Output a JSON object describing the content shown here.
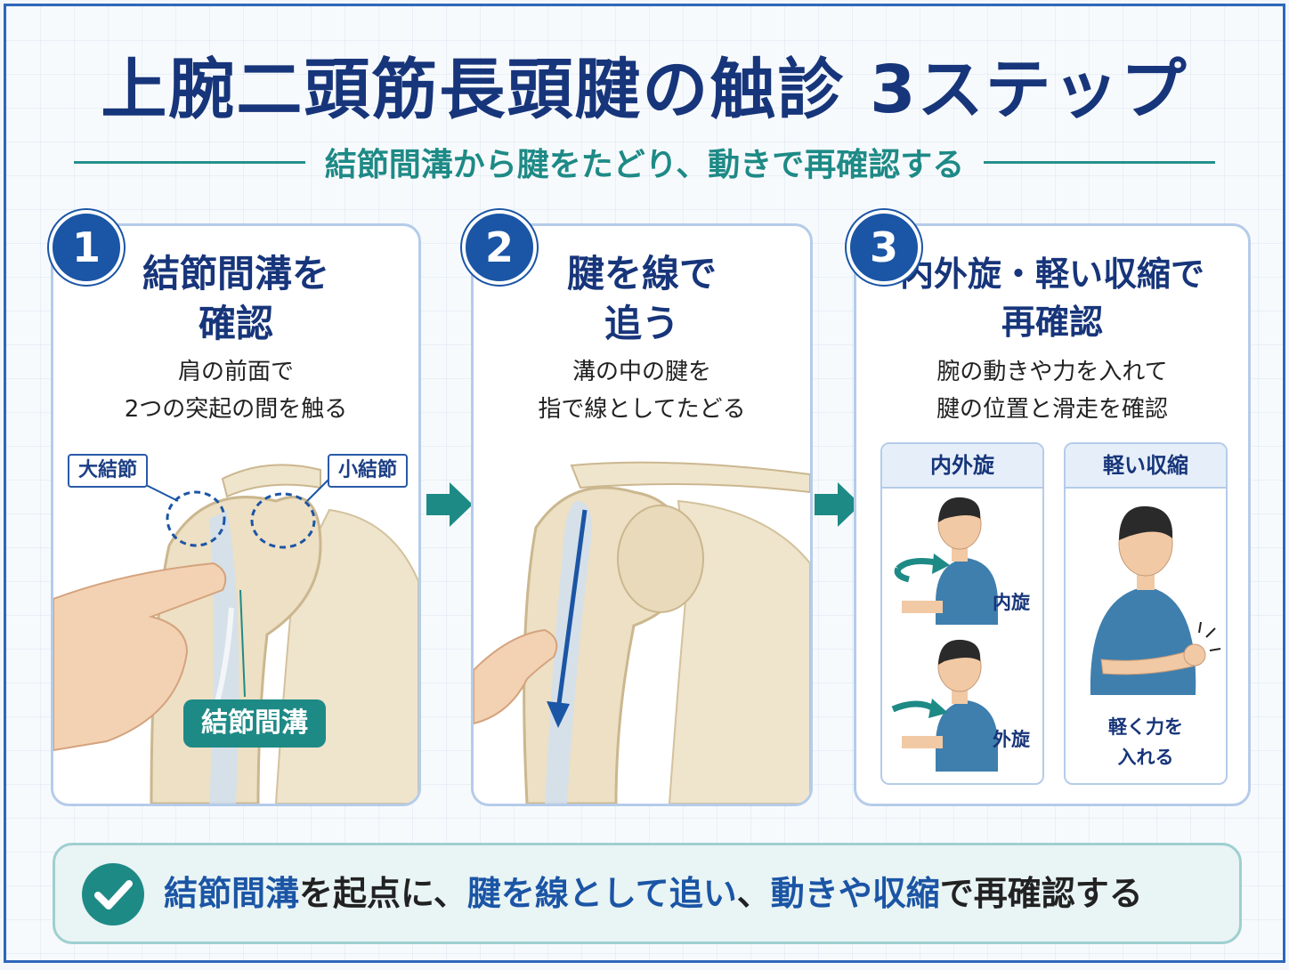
{
  "header": {
    "title": "上腕二頭筋長頭腱の触診 3ステップ",
    "subtitle": "結節間溝から腱をたどり、動きで再確認する"
  },
  "steps": [
    {
      "number": "1",
      "title_line1": "結節間溝を",
      "title_line2": "確認",
      "desc_line1": "肩の前面で",
      "desc_line2": "2つの突起の間を触る",
      "labels": {
        "greater_tubercle": "大結節",
        "lesser_tubercle": "小結節",
        "groove": "結節間溝"
      }
    },
    {
      "number": "2",
      "title_line1": "腱を線で",
      "title_line2": "追う",
      "desc_line1": "溝の中の腱を",
      "desc_line2": "指で線としてたどる"
    },
    {
      "number": "3",
      "title_line1": "内外旋・軽い収縮で",
      "title_line2": "再確認",
      "desc_line1": "腕の動きや力を入れて",
      "desc_line2": "腱の位置と滑走を確認",
      "rotation": {
        "heading": "内外旋",
        "internal": "内旋",
        "external": "外旋"
      },
      "contraction": {
        "heading": "軽い収縮",
        "caption_line1": "軽く力を",
        "caption_line2": "入れる"
      }
    }
  ],
  "summary": {
    "part1": "結節間溝",
    "part2": "を起点に、",
    "part3": "腱を線として追い",
    "part4": "、",
    "part5": "動きや収縮",
    "part6": "で再確認する"
  },
  "colors": {
    "navy": "#17357a",
    "blue": "#1b55a5",
    "teal": "#1e8a86",
    "bone": "#ede0c4",
    "shirt": "#3f7fae"
  }
}
